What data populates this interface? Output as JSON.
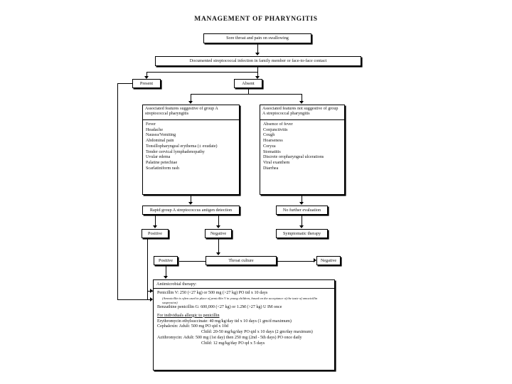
{
  "title": "MANAGEMENT OF PHARYNGITIS",
  "nodes": {
    "symptom": "Sore throat and pain on swallowing",
    "contact": "Documented streptococcal infection in family member or face-to-face contact",
    "present": "Present",
    "absent": "Absent",
    "rapid_test": "Rapid group A streptococcus antigen detection",
    "rapid_positive": "Positive",
    "rapid_negative": "Negative",
    "no_further": "No further evaluation",
    "symptomatic": "Symptomatic therapy",
    "culture": "Throat culture",
    "culture_positive": "Positive",
    "culture_negative": "Negative"
  },
  "suggestive": {
    "header": "Associated features suggestive of group A streptococcal pharyngitis",
    "items": [
      "Fever",
      "Headache",
      "Nausea/Vomiting",
      "Abdominal pain",
      "Tonsillopharyngeal erythema (± exudate)",
      "Tender cervical lymphadenopathy",
      "Uvular edema",
      "Palatine petechiae",
      "Scarlatiniform rash"
    ]
  },
  "not_suggestive": {
    "header": "Associated features not suggestive of group A streptococcal pharyngitis",
    "items": [
      "Absence of fever",
      "Conjunctivitis",
      "Cough",
      "Hoarseness",
      "Coryza",
      "Stomatitis",
      "Discrete oropharyngeal ulcerations",
      "Viral exanthem",
      "Diarrhea"
    ]
  },
  "therapy": {
    "header": "Antimicrobial therapy:",
    "penicillin_v": "Penicillin V:  250 (<27 kg) or 500 mg (>27 kg) PO tid x 10 days",
    "penicillin_note": "(Amoxicillin is often used in place of penicillin V in young children, based on the acceptance of the taste of amoxicillin suspension)",
    "benzathine": "Benzathine penicillin G:  600,000 (<27 kg) or 1.2M (>27 kg) U IM once",
    "allergy_header": "For individuals allergic to penicillin",
    "erythromycin": "Erythromycin ethylsuccinate:  40 mg/kg/day tid x 10 days (1 gm/d maximum)",
    "cephalexin_adult": "Cephalexin:    Adult:  500 mg PO qid x 10d",
    "cephalexin_child": "Child:  20-50 mg/kg/day PO qid x 10 days (2 gm/day maximum)",
    "azithromycin_adult": "Azithromycin: Adult:  500 mg (1st day) then 250 mg (2nd - 5th days) PO once daily",
    "azithromycin_child": "Child:  12 mg/kg/day PO qd x 5 days"
  }
}
